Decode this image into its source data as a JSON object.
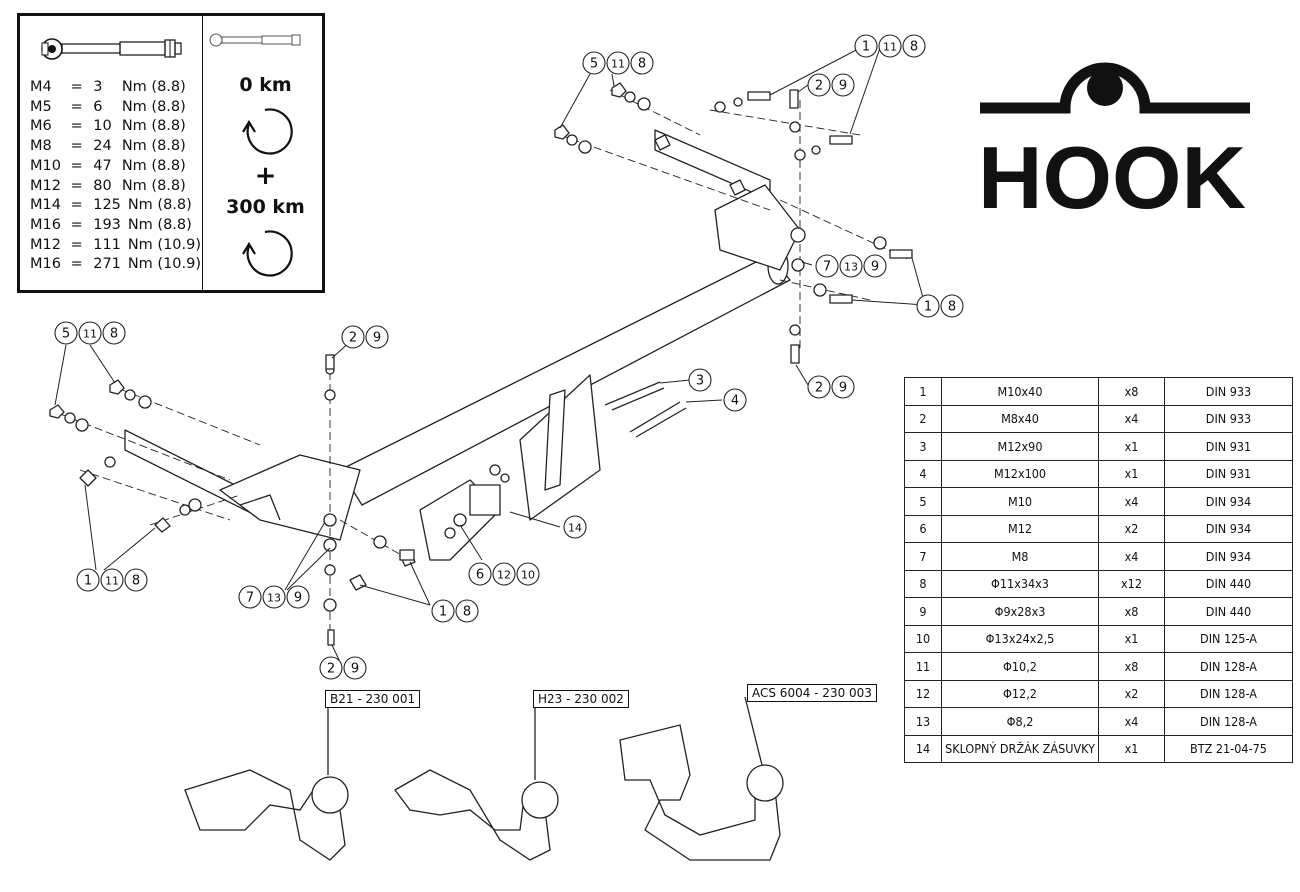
{
  "torque": {
    "rows": [
      {
        "size": "M4",
        "eq": "=",
        "value": "3",
        "unit": "Nm (8.8)"
      },
      {
        "size": "M5",
        "eq": "=",
        "value": "6",
        "unit": "Nm (8.8)"
      },
      {
        "size": "M6",
        "eq": "=",
        "value": "10",
        "unit": "Nm (8.8)"
      },
      {
        "size": "M8",
        "eq": "=",
        "value": "24",
        "unit": "Nm (8.8)"
      },
      {
        "size": "M10",
        "eq": "=",
        "value": "47",
        "unit": "Nm (8.8)"
      },
      {
        "size": "M12",
        "eq": "=",
        "value": "80",
        "unit": "Nm (8.8)"
      },
      {
        "size": "M14",
        "eq": "=",
        "value": "125",
        "unit": "Nm (8.8)"
      },
      {
        "size": "M16",
        "eq": "=",
        "value": "193",
        "unit": "Nm (8.8)"
      },
      {
        "size": "M12",
        "eq": "=",
        "value": "111",
        "unit": "Nm (10.9)"
      },
      {
        "size": "M16",
        "eq": "=",
        "value": "271",
        "unit": "Nm (10.9)"
      }
    ],
    "km_first": "0 km",
    "plus": "+",
    "km_second": "300 km"
  },
  "logo": {
    "text": "HOOK"
  },
  "parts": [
    {
      "no": "1",
      "name": "M10x40",
      "qty": "x8",
      "std": "DIN 933"
    },
    {
      "no": "2",
      "name": "M8x40",
      "qty": "x4",
      "std": "DIN 933"
    },
    {
      "no": "3",
      "name": "M12x90",
      "qty": "x1",
      "std": "DIN 931"
    },
    {
      "no": "4",
      "name": "M12x100",
      "qty": "x1",
      "std": "DIN 931"
    },
    {
      "no": "5",
      "name": "M10",
      "qty": "x4",
      "std": "DIN 934"
    },
    {
      "no": "6",
      "name": "M12",
      "qty": "x2",
      "std": "DIN 934"
    },
    {
      "no": "7",
      "name": "M8",
      "qty": "x4",
      "std": "DIN 934"
    },
    {
      "no": "8",
      "name": "Φ11x34x3",
      "qty": "x12",
      "std": "DIN 440"
    },
    {
      "no": "9",
      "name": "Φ9x28x3",
      "qty": "x8",
      "std": "DIN 440"
    },
    {
      "no": "10",
      "name": "Φ13x24x2,5",
      "qty": "x1",
      "std": "DIN 125-A"
    },
    {
      "no": "11",
      "name": "Φ10,2",
      "qty": "x8",
      "std": "DIN 128-A"
    },
    {
      "no": "12",
      "name": "Φ12,2",
      "qty": "x2",
      "std": "DIN 128-A"
    },
    {
      "no": "13",
      "name": "Φ8,2",
      "qty": "x4",
      "std": "DIN 128-A"
    },
    {
      "no": "14",
      "name": "SKLOPNÝ DRŽÁK ZÁSUVKY",
      "qty": "x1",
      "std": "BTZ 21-04-75"
    }
  ],
  "variants": [
    {
      "label": "B21 - 230 001"
    },
    {
      "label": "H23 - 230 002"
    },
    {
      "label": "ACS 6004 - 230 003"
    }
  ],
  "callouts": [
    {
      "nums": [
        "5",
        "11",
        "8"
      ]
    },
    {
      "nums": [
        "1",
        "11",
        "8"
      ]
    },
    {
      "nums": [
        "2",
        "9"
      ]
    },
    {
      "nums": [
        "7",
        "13",
        "9"
      ]
    },
    {
      "nums": [
        "1",
        "8"
      ]
    },
    {
      "nums": [
        "2",
        "9"
      ]
    },
    {
      "nums": [
        "3"
      ]
    },
    {
      "nums": [
        "4"
      ]
    },
    {
      "nums": [
        "5",
        "11",
        "8"
      ]
    },
    {
      "nums": [
        "2",
        "9"
      ]
    },
    {
      "nums": [
        "14"
      ]
    },
    {
      "nums": [
        "1",
        "11",
        "8"
      ]
    },
    {
      "nums": [
        "6",
        "12",
        "10"
      ]
    },
    {
      "nums": [
        "7",
        "13",
        "9"
      ]
    },
    {
      "nums": [
        "1",
        "8"
      ]
    },
    {
      "nums": [
        "2",
        "9"
      ]
    }
  ]
}
